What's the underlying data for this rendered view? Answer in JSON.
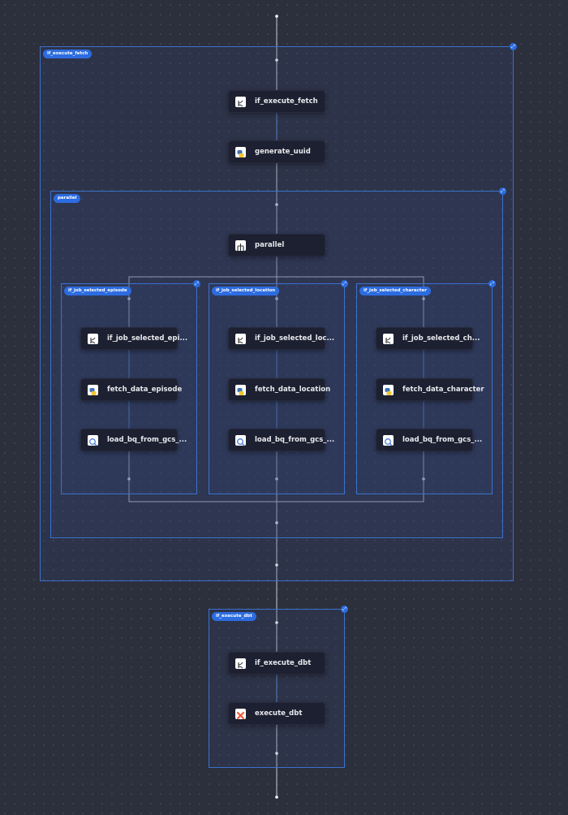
{
  "clusters": {
    "if_execute_fetch": {
      "label": "if_execute_fetch",
      "expand_icon": "expand-arrows-icon"
    },
    "parallel": {
      "label": "parallel",
      "expand_icon": "expand-arrows-icon"
    },
    "if_job_selected_episode": {
      "label": "if_job_selected_episode",
      "expand_icon": "expand-arrows-icon"
    },
    "if_job_selected_location": {
      "label": "if_job_selected_location",
      "expand_icon": "expand-arrows-icon"
    },
    "if_job_selected_character": {
      "label": "if_job_selected_character",
      "expand_icon": "expand-arrows-icon"
    },
    "if_execute_dbt": {
      "label": "if_execute_dbt",
      "expand_icon": "expand-arrows-icon"
    }
  },
  "tasks": {
    "if_execute_fetch": {
      "label": "if_execute_fetch",
      "icon": "branch-condition-icon"
    },
    "generate_uuid": {
      "label": "generate_uuid",
      "icon": "python-icon"
    },
    "parallel": {
      "label": "parallel",
      "icon": "parallel-flow-icon"
    },
    "if_job_selected_episode": {
      "label": "if_job_selected_epi...",
      "icon": "branch-condition-icon"
    },
    "fetch_data_episode": {
      "label": "fetch_data_episode",
      "icon": "python-icon"
    },
    "load_bq_episode": {
      "label": "load_bq_from_gcs_...",
      "icon": "bigquery-icon"
    },
    "if_job_selected_location": {
      "label": "if_job_selected_loc...",
      "icon": "branch-condition-icon"
    },
    "fetch_data_location": {
      "label": "fetch_data_location",
      "icon": "python-icon"
    },
    "load_bq_location": {
      "label": "load_bq_from_gcs_...",
      "icon": "bigquery-icon"
    },
    "if_job_selected_character": {
      "label": "if_job_selected_ch...",
      "icon": "branch-condition-icon"
    },
    "fetch_data_character": {
      "label": "fetch_data_character",
      "icon": "python-icon"
    },
    "load_bq_character": {
      "label": "load_bq_from_gcs_...",
      "icon": "bigquery-icon"
    },
    "if_execute_dbt": {
      "label": "if_execute_dbt",
      "icon": "branch-condition-icon"
    },
    "execute_dbt": {
      "label": "execute_dbt",
      "icon": "dbt-icon"
    }
  },
  "colors": {
    "background": "#2c2f3c",
    "cluster_border": "#3b72ce",
    "badge": "#2c6ce0",
    "node": "#1d2030",
    "edge_main": "#c9cdd8",
    "edge_inner": "#5b8fd8"
  }
}
